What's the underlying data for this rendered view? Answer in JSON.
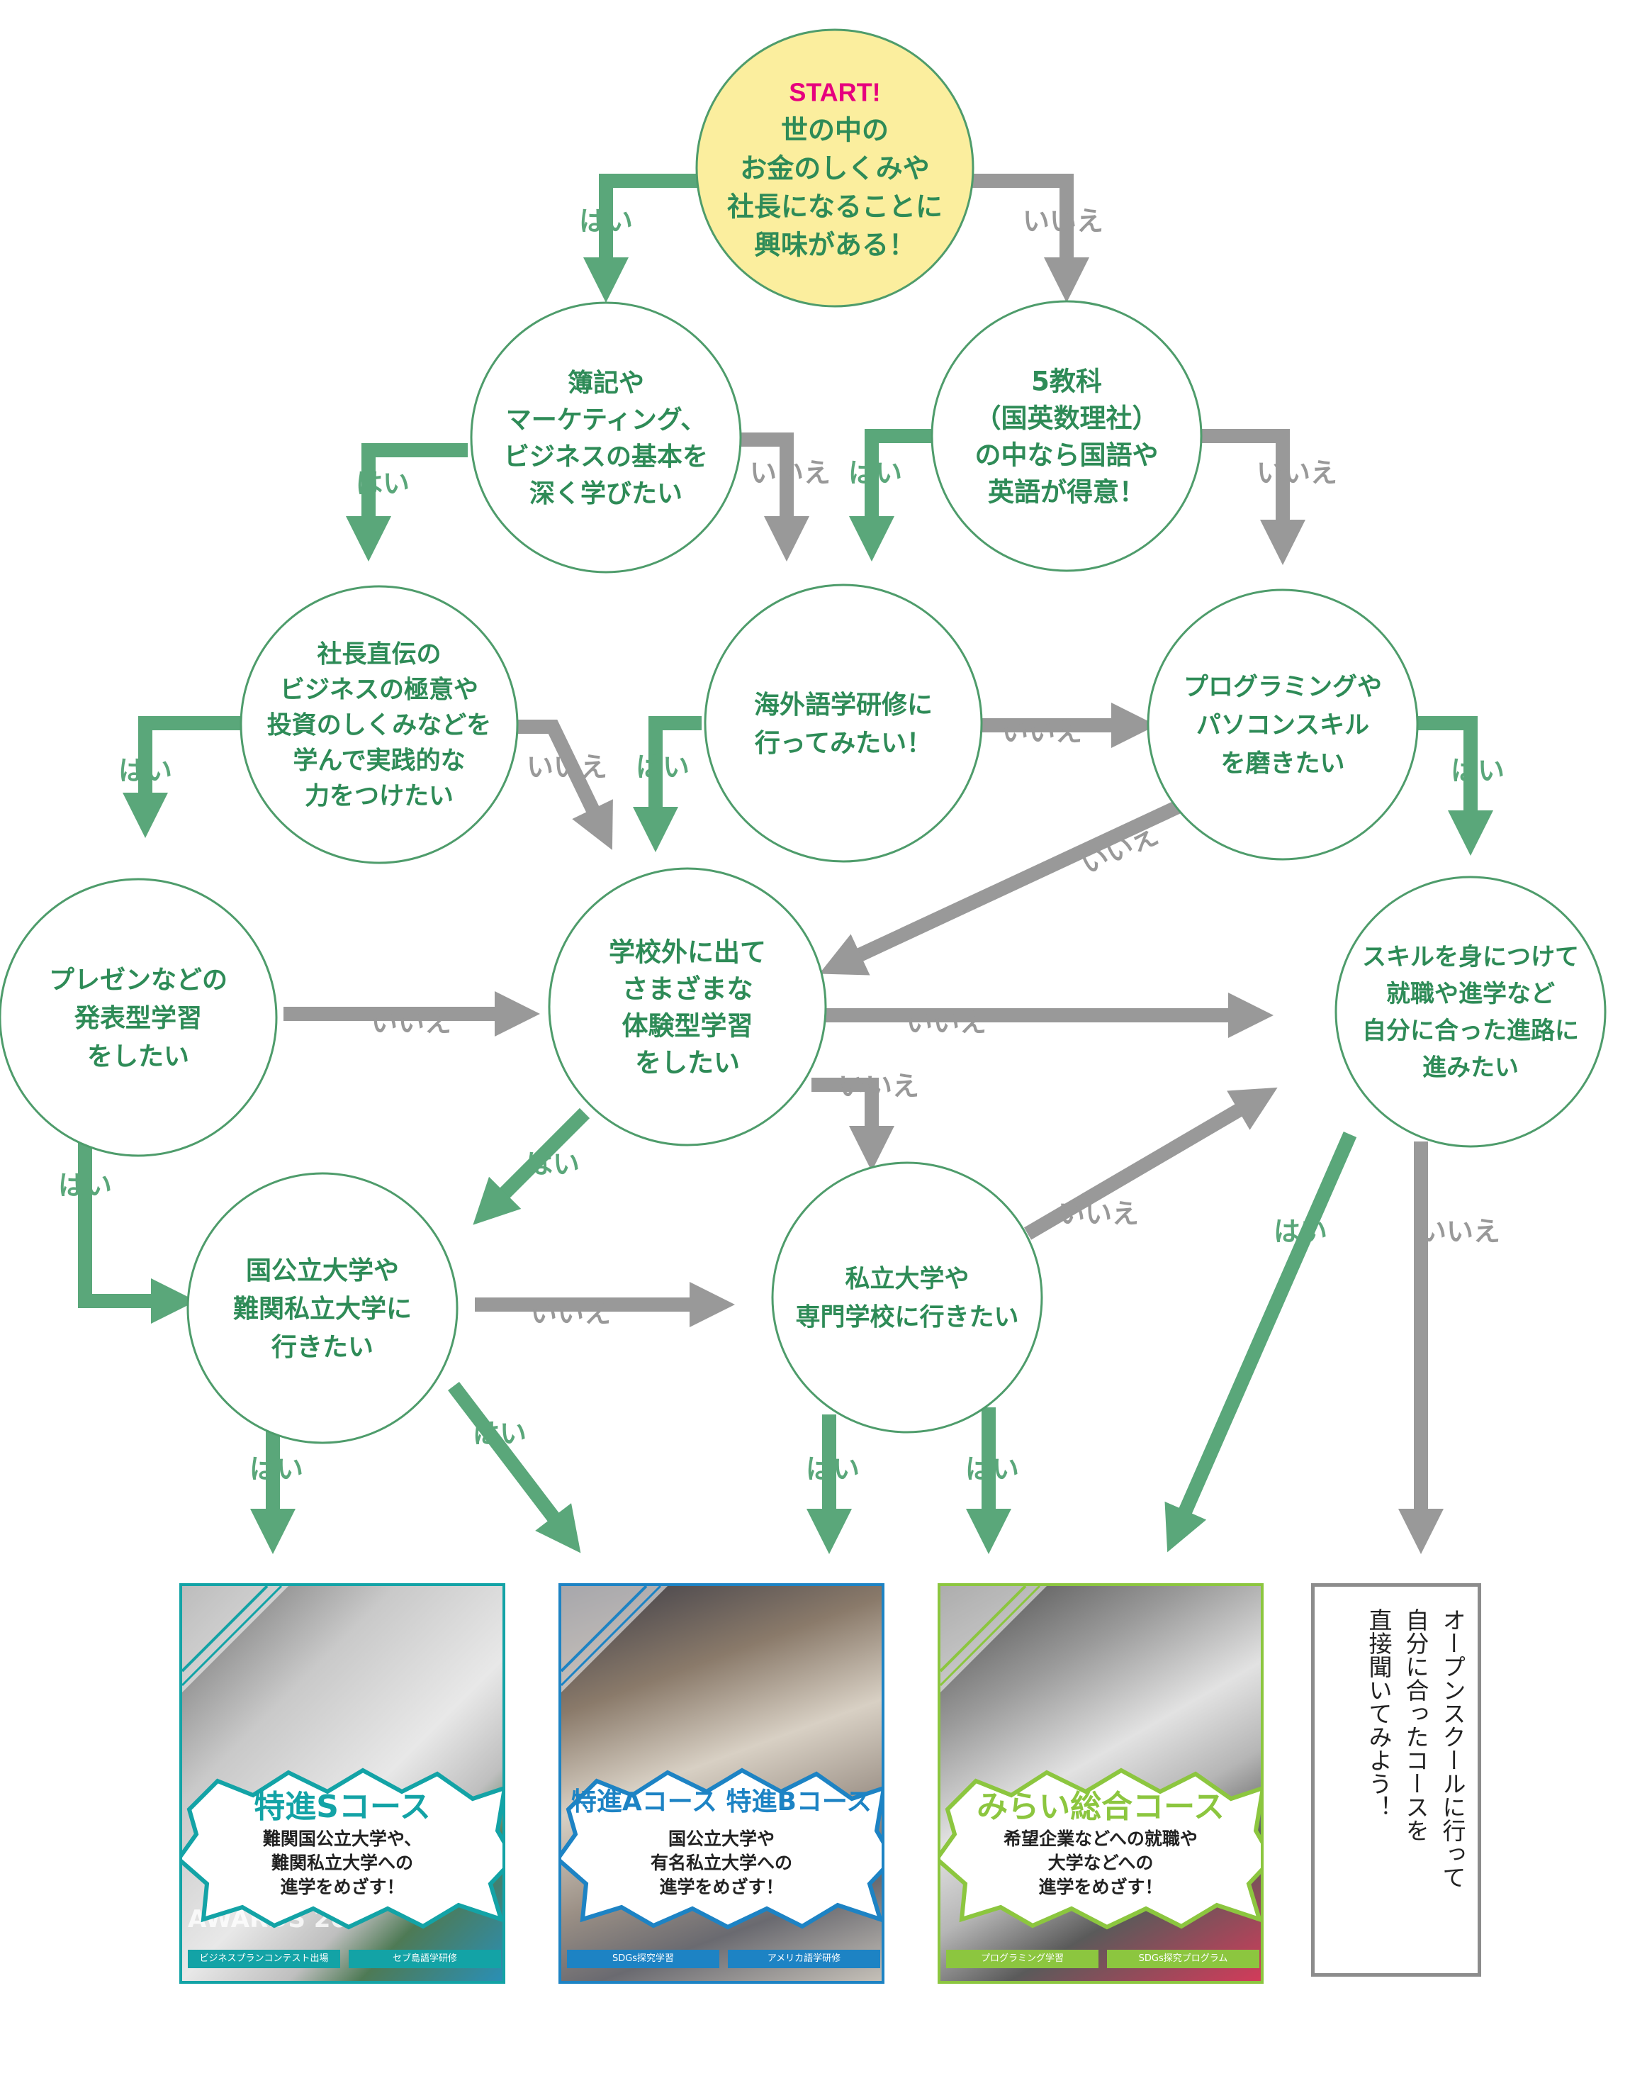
{
  "colors": {
    "yes": "#5aa77a",
    "no": "#999999",
    "node_border": "#4e9c6b",
    "start_fill": "#fbee9e",
    "start_tag": "#e6007e"
  },
  "labels": {
    "yes": "はい",
    "no": "いいえ"
  },
  "nodes": {
    "start": {
      "tag": "START!",
      "lines": [
        "世の中の",
        "お金のしくみや",
        "社長になることに",
        "興味がある！"
      ]
    },
    "boki": {
      "lines": [
        "簿記や",
        "マーケティング、",
        "ビジネスの基本を",
        "深く学びたい"
      ]
    },
    "gokyoka": {
      "lines": [
        "5教科",
        "（国英数理社）",
        "の中なら国語や",
        "英語が得意！"
      ]
    },
    "shacho": {
      "lines": [
        "社長直伝の",
        "ビジネスの極意や",
        "投資のしくみなどを",
        "学んで実践的な",
        "力をつけたい"
      ]
    },
    "kaigai": {
      "lines": [
        "海外語学研修に",
        "行ってみたい！"
      ]
    },
    "programming": {
      "lines": [
        "プログラミングや",
        "パソコンスキル",
        "を磨きたい"
      ]
    },
    "presen": {
      "lines": [
        "プレゼンなどの",
        "発表型学習",
        "をしたい"
      ]
    },
    "taiken": {
      "lines": [
        "学校外に出て",
        "さまざまな",
        "体験型学習",
        "をしたい"
      ]
    },
    "skill": {
      "lines": [
        "スキルを身につけて",
        "就職や進学など",
        "自分に合った進路に",
        "進みたい"
      ]
    },
    "kokkoritsu": {
      "lines": [
        "国公立大学や",
        "難関私立大学に",
        "行きたい"
      ]
    },
    "shiritsu": {
      "lines": [
        "私立大学や",
        "専門学校に行きたい"
      ]
    }
  },
  "cards": [
    {
      "title": "特進Sコース",
      "desc": [
        "難関国公立大学や、",
        "難関私立大学への",
        "進学をめざす！"
      ],
      "accent": "#13a3a6",
      "captions": [
        "ビジネスプランコンテスト出場",
        "セブ島語学研修"
      ],
      "photo_text": "AWARDS 20"
    },
    {
      "title": "特進Aコース 特進Bコース",
      "desc": [
        "国公立大学や",
        "有名私立大学への",
        "進学をめざす！"
      ],
      "accent": "#1d83c4",
      "captions": [
        "SDGs探究学習",
        "アメリカ語学研修"
      ]
    },
    {
      "title": "みらい総合コース",
      "desc": [
        "希望企業などへの就職や",
        "大学などへの",
        "進学をめざす！"
      ],
      "accent": "#8cc63f",
      "captions": [
        "プログラミング学習",
        "SDGs探究プログラム"
      ]
    }
  ],
  "final": {
    "text": "オープンスクールに行って\n自分に合ったコースを\n直接聞いてみよう！"
  }
}
